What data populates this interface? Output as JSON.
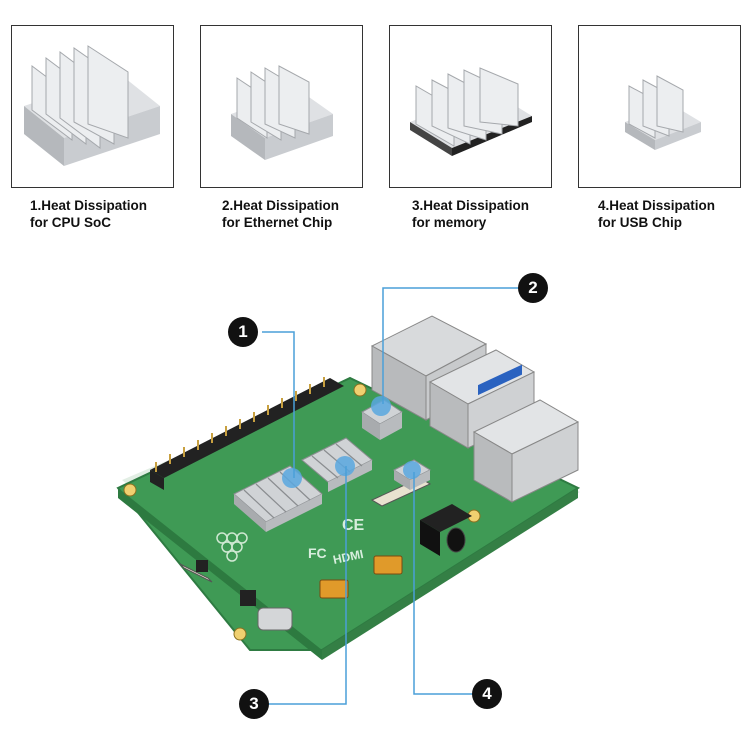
{
  "heatsinks": [
    {
      "caption": "1.Heat Dissipation\nfor CPU SoC"
    },
    {
      "caption": "2.Heat Dissipation\nfor Ethernet Chip"
    },
    {
      "caption": "3.Heat Dissipation\nfor memory"
    },
    {
      "caption": "4.Heat Dissipation\nfor USB Chip"
    }
  ],
  "callouts": [
    "1",
    "2",
    "3",
    "4"
  ],
  "board_text": {
    "ce_mark": "CE",
    "fc_mark": "FC",
    "hdmi_mark": "HDMI"
  },
  "colors": {
    "board": "#3f9a55",
    "heatsink": "#c9ccd0",
    "marker": "#5aa8e0",
    "leader_line": "#4a9fd8"
  }
}
